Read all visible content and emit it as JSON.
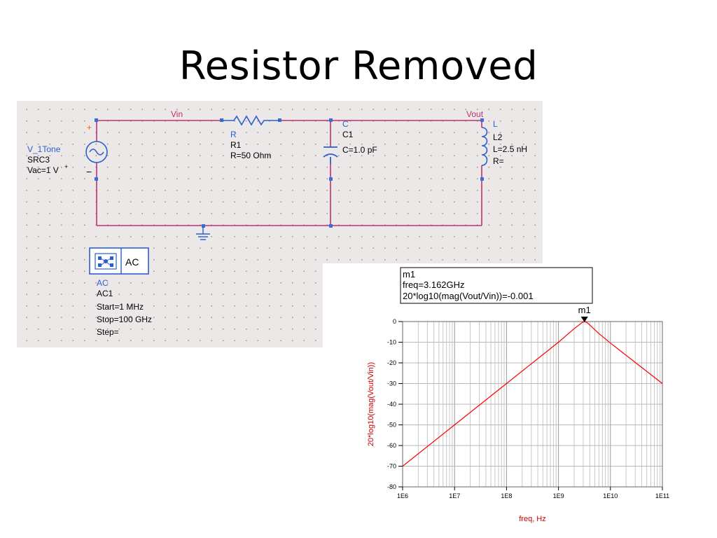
{
  "title": "Resistor Removed",
  "schematic": {
    "nets": {
      "vin": "Vin",
      "vout": "Vout"
    },
    "source": {
      "type": "V_1Tone",
      "name": "SRC3",
      "param": "Vac=1 V",
      "plus": "+",
      "minus": "−",
      "plus2": "+"
    },
    "resistor": {
      "type": "R",
      "name": "R1",
      "param": "R=50 Ohm"
    },
    "capacitor": {
      "type": "C",
      "name": "C1",
      "param": "C=1.0 pF"
    },
    "inductor": {
      "type": "L",
      "name": "L2",
      "param": "L=2.5 nH",
      "param2": "R="
    },
    "ac_block": {
      "label": "AC",
      "type": "AC",
      "name": "AC1",
      "start": "Start=1 MHz",
      "stop": "Stop=100 GHz",
      "step": "Step="
    }
  },
  "marker": {
    "name": "m1",
    "freq": "freq=3.162GHz",
    "expr": "20*log10(mag(Vout/Vin))=-0.001",
    "label": "m1"
  },
  "colors": {
    "wire": "#c03070",
    "trace": "#ff0000",
    "component_text": "#2a5fd0",
    "axis_label": "#cc0000"
  },
  "chart_data": {
    "type": "line",
    "xscale": "log",
    "xlabel": "freq, Hz",
    "ylabel": "20*log10(mag(Vout/Vin))",
    "xlim": [
      1000000,
      100000000000
    ],
    "ylim": [
      -80,
      0
    ],
    "xticks": [
      1000000,
      10000000,
      100000000,
      1000000000,
      10000000000,
      100000000000
    ],
    "xtick_labels": [
      "1E6",
      "1E7",
      "1E8",
      "1E9",
      "1E10",
      "1E11"
    ],
    "yticks": [
      0,
      -10,
      -20,
      -30,
      -40,
      -50,
      -60,
      -70,
      -80
    ],
    "ytick_labels": [
      "0",
      "-10",
      "-20",
      "-30",
      "-40",
      "-50",
      "-60",
      "-70",
      "-80"
    ],
    "grid": true,
    "series": [
      {
        "x": [
          1000000,
          10000000,
          100000000,
          1000000000,
          2000000000,
          2800000000,
          3162000000,
          3600000000,
          4500000000,
          6000000000,
          10000000000,
          30000000000,
          100000000000
        ],
        "y": [
          -70,
          -50,
          -30,
          -10,
          -3.5,
          -0.6,
          -0.001,
          -0.6,
          -2.9,
          -5.8,
          -10.4,
          -19.8,
          -30
        ]
      }
    ],
    "markers": [
      {
        "name": "m1",
        "x": 3162000000,
        "y": -0.001
      }
    ]
  }
}
